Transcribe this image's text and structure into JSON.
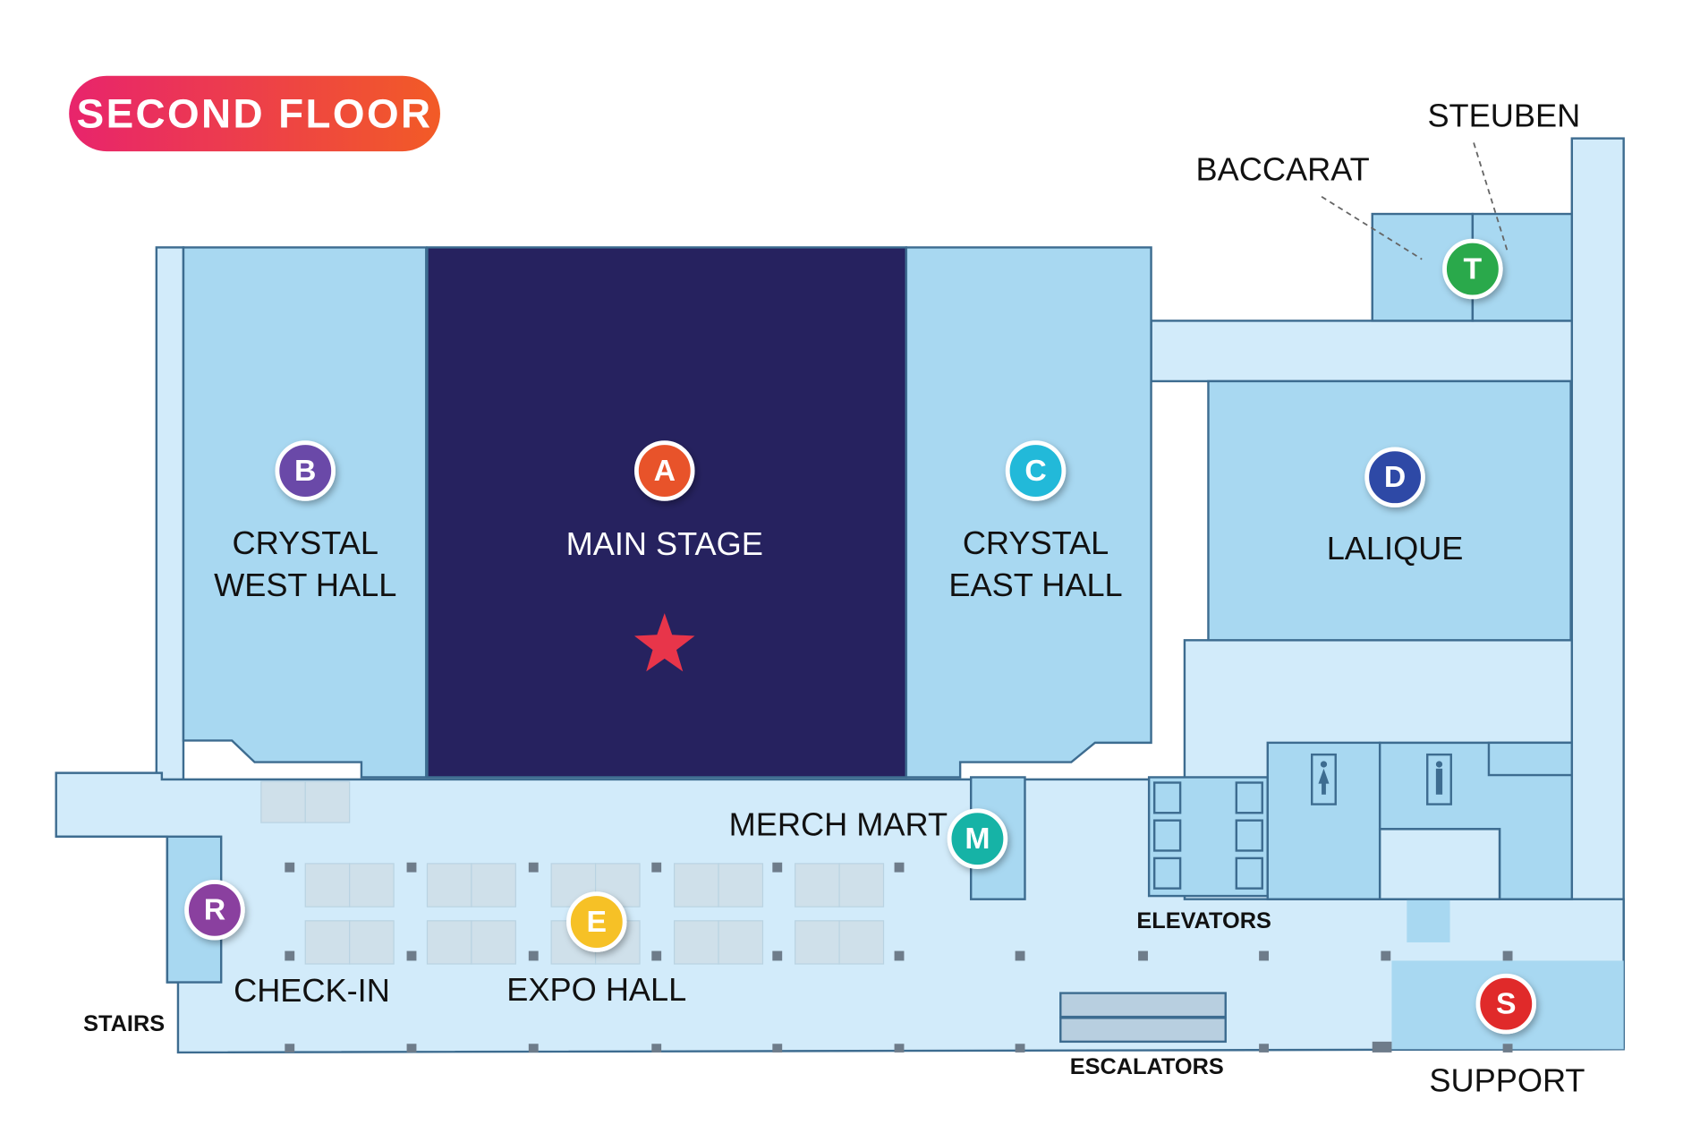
{
  "title": "SECOND FLOOR",
  "colors": {
    "hall": "#a8d8f1",
    "corridor": "#d2ebfa",
    "main_stage": "#26225f",
    "wall": "#3d6c90",
    "title_gradient": [
      "#e8246c",
      "#f25b26"
    ],
    "star": "#e8354a"
  },
  "rooms": [
    {
      "id": "A",
      "name": "MAIN STAGE",
      "color": "#e8532a"
    },
    {
      "id": "B",
      "name_line1": "CRYSTAL",
      "name_line2": "WEST HALL",
      "color": "#6a4aa8"
    },
    {
      "id": "C",
      "name_line1": "CRYSTAL",
      "name_line2": "EAST HALL",
      "color": "#22b9d9"
    },
    {
      "id": "D",
      "name": "LALIQUE",
      "color": "#2e48a6"
    },
    {
      "id": "T",
      "color": "#2aa94b"
    },
    {
      "id": "M",
      "name": "MERCH MART",
      "color": "#16b3a6"
    },
    {
      "id": "E",
      "name": "EXPO HALL",
      "color": "#f6c127"
    },
    {
      "id": "R",
      "name": "CHECK-IN",
      "color": "#8a3f9f"
    },
    {
      "id": "S",
      "name": "SUPPORT",
      "color": "#e02a2a"
    }
  ],
  "labels": {
    "baccarat": "BACCARAT",
    "steuben": "STEUBEN",
    "stairs": "STAIRS",
    "elevators": "ELEVATORS",
    "escalators": "ESCALATORS"
  },
  "icons": [
    "star-icon",
    "womens-restroom-icon",
    "mens-restroom-icon"
  ]
}
